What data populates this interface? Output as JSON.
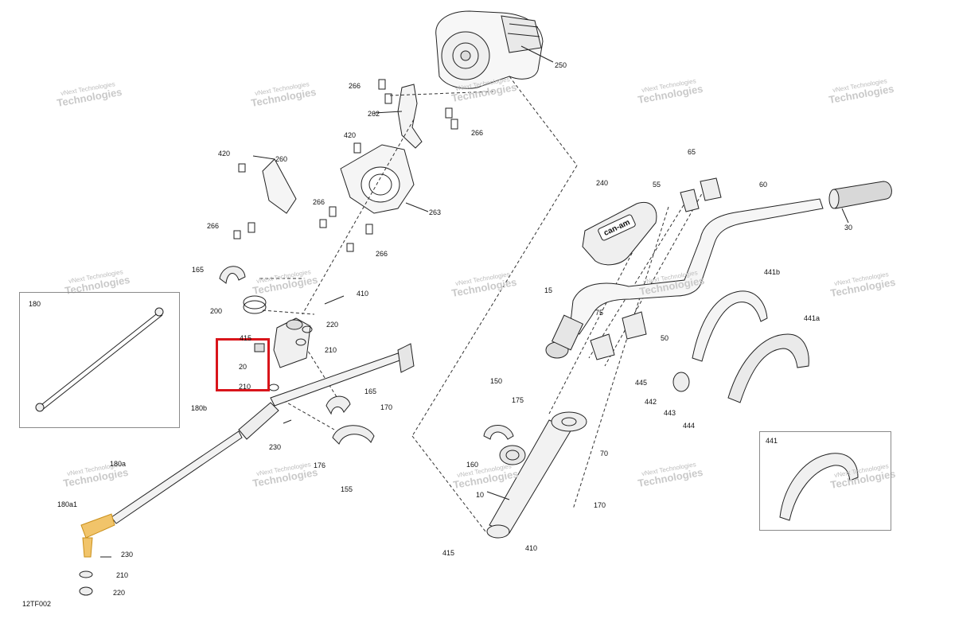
{
  "figure_code": "12TF002",
  "highlight_color": "#d9151b",
  "watermark": {
    "line1": "vNext Technologies",
    "line2": "Technologies"
  },
  "callouts": {
    "c250": "250",
    "c266a": "266",
    "c262": "262",
    "c266b": "266",
    "c420a": "420",
    "c420b": "420",
    "c260": "260",
    "c266c": "266",
    "c266d": "266",
    "c263": "263",
    "c266e": "266",
    "c165a": "165",
    "c410a": "410",
    "c200": "200",
    "c220a": "220",
    "c415a": "415",
    "c210a": "210",
    "c20": "20",
    "c210b": "210",
    "c165b": "165",
    "c180": "180",
    "c180b": "180b",
    "c170a": "170",
    "c230a": "230",
    "c176": "176",
    "c155": "155",
    "c180a": "180a",
    "c180a1": "180a1",
    "c230b": "230",
    "c210c": "210",
    "c220b": "220",
    "c240": "240",
    "c65": "65",
    "c55": "55",
    "c60": "60",
    "c30": "30",
    "c15": "15",
    "c75": "75",
    "c50": "50",
    "c441b": "441b",
    "c441a": "441a",
    "c445": "445",
    "c442": "442",
    "c443": "443",
    "c444": "444",
    "c150": "150",
    "c175": "175",
    "c160": "160",
    "c70": "70",
    "c10": "10",
    "c170b": "170",
    "c410b": "410",
    "c415b": "415",
    "c441": "441"
  },
  "brand_badge": "can-am"
}
